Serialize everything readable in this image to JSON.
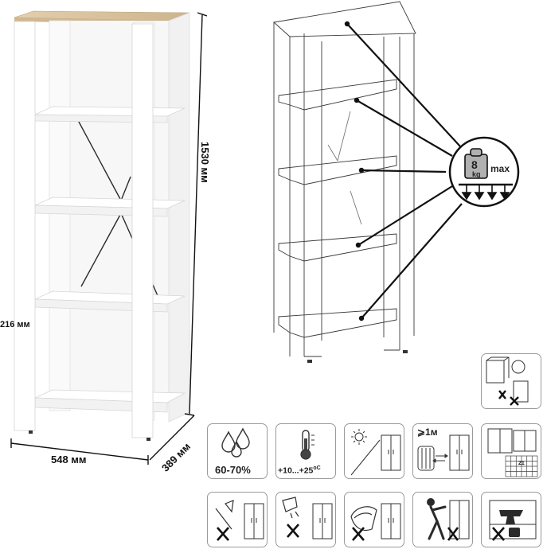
{
  "dimensions": {
    "height": "1530 мм",
    "width": "548 мм",
    "depth": "389 мм",
    "shelf_gap": "216 мм"
  },
  "load": {
    "value": "8",
    "unit": "kg",
    "label": "max"
  },
  "care_icons": {
    "humidity": "60-70%",
    "temperature_prefix": "+10...+25",
    "temperature_unit": "оС",
    "distance": "⩾1м",
    "calendar_mark": "21"
  },
  "colors": {
    "line": "#1a1a1a",
    "panel": "#ffffff",
    "wood_top": "#d9c3a0",
    "icon_border": "#9a9a9a"
  }
}
